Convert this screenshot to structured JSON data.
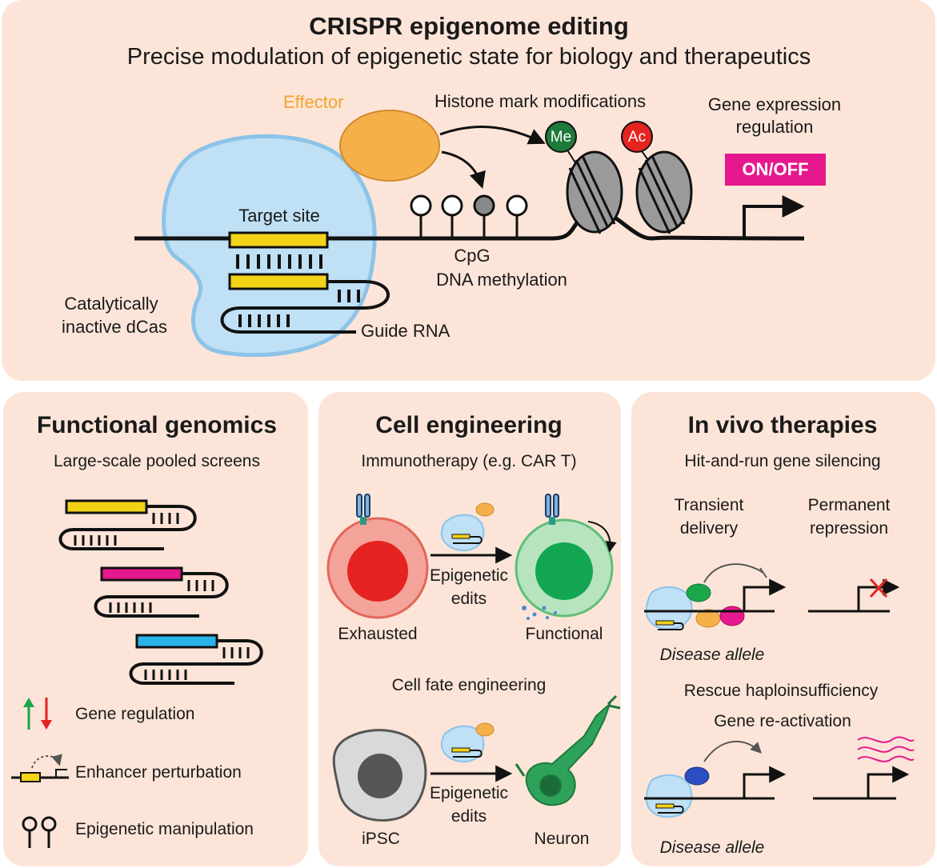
{
  "header": {
    "title": "CRISPR epigenome editing",
    "subtitle": "Precise modulation of epigenetic state for biology and therapeutics"
  },
  "top_diagram": {
    "effector": "Effector",
    "histone": "Histone mark modifications",
    "gene_expression_1": "Gene expression",
    "gene_expression_2": "regulation",
    "onoff": "ON/OFF",
    "target_site": "Target site",
    "cpg_1": "CpG",
    "cpg_2": "DNA methylation",
    "dcas_1": "Catalytically",
    "dcas_2": "inactive dCas",
    "guide_rna": "Guide RNA",
    "me": "Me",
    "ac": "Ac"
  },
  "functional_genomics": {
    "title": "Functional genomics",
    "subtitle": "Large-scale pooled screens",
    "legend": [
      "Gene regulation",
      "Enhancer perturbation",
      "Epigenetic manipulation"
    ]
  },
  "cell_engineering": {
    "title": "Cell engineering",
    "subtitle": "Immunotherapy (e.g. CAR T)",
    "edits_1": "Epigenetic",
    "edits_2": "edits",
    "exhausted": "Exhausted",
    "functional": "Functional",
    "fate": "Cell fate engineering",
    "ipsc": "iPSC",
    "neuron": "Neuron"
  },
  "in_vivo": {
    "title": "In vivo therapies",
    "subtitle": "Hit-and-run gene silencing",
    "transient_1": "Transient",
    "transient_2": "delivery",
    "permanent_1": "Permanent",
    "permanent_2": "repression",
    "disease_allele": "Disease allele",
    "rescue": "Rescue haploinsufficiency",
    "reactivation": "Gene re-activation"
  },
  "colors": {
    "panel_bg": "#fce5d8",
    "dcas_blue": "#bfe0f5",
    "effector_orange": "#f6b04a",
    "yellow": "#f2d318",
    "magenta": "#e6188d",
    "cyan": "#27b2e8",
    "green_me": "#1d7a3a",
    "red_ac": "#e52320"
  }
}
